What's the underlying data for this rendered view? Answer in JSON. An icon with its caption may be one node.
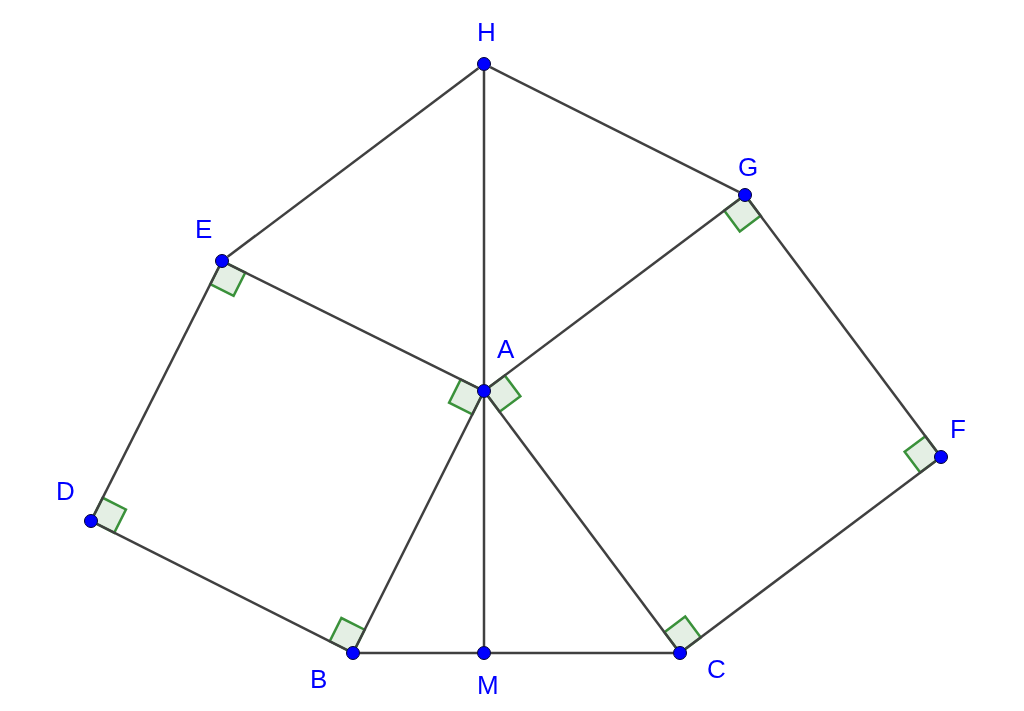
{
  "diagram": {
    "nodes": [
      {
        "text": [
          "H"
        ]
      },
      {
        "text": [
          "G"
        ]
      },
      {
        "text": [
          "E"
        ]
      },
      {
        "text": [
          "A"
        ]
      },
      {
        "text": [
          "F"
        ]
      },
      {
        "text": [
          "D"
        ]
      },
      {
        "text": [
          "B"
        ]
      },
      {
        "text": [
          "M"
        ]
      },
      {
        "text": [
          "C"
        ]
      }
    ],
    "edges": [
      {
        "from": 0,
        "to": 2,
        "arrow": "none"
      },
      {
        "from": 0,
        "to": 3,
        "arrow": "none"
      },
      {
        "from": 0,
        "to": 1,
        "arrow": "none"
      },
      {
        "from": 2,
        "to": 3,
        "arrow": "none"
      },
      {
        "from": 2,
        "to": 5,
        "arrow": "none"
      },
      {
        "from": 5,
        "to": 6,
        "arrow": "none"
      },
      {
        "from": 6,
        "to": 3,
        "arrow": "none"
      },
      {
        "from": 6,
        "to": 7,
        "arrow": "none"
      },
      {
        "from": 7,
        "to": 8,
        "arrow": "none"
      },
      {
        "from": 7,
        "to": 3,
        "arrow": "none"
      },
      {
        "from": 3,
        "to": 8,
        "arrow": "none"
      },
      {
        "from": 3,
        "to": 1,
        "arrow": "none"
      },
      {
        "from": 1,
        "to": 4,
        "arrow": "none"
      },
      {
        "from": 4,
        "to": 8,
        "arrow": "none"
      }
    ]
  }
}
